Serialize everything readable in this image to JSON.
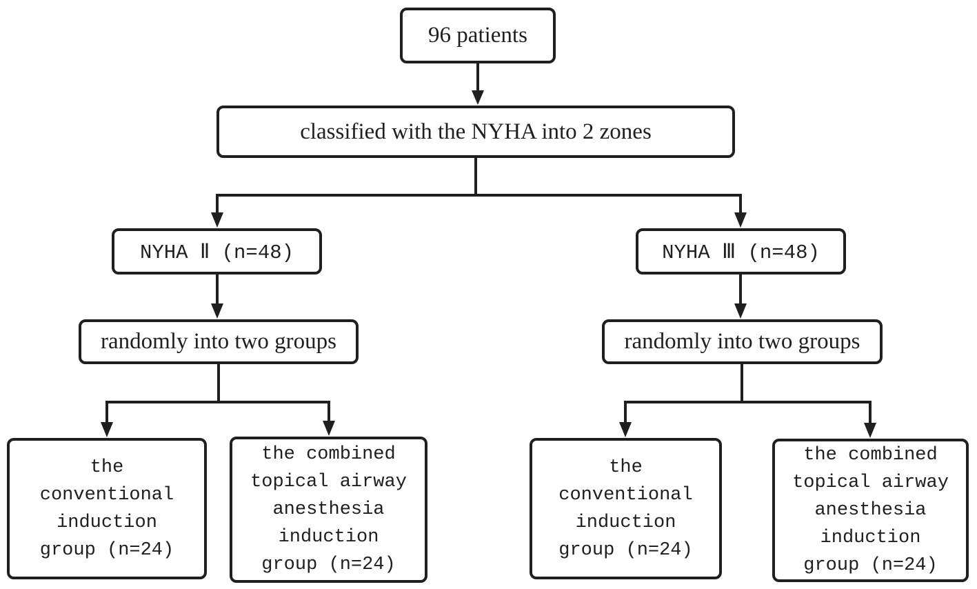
{
  "colors": {
    "ink": "#1f1f1f",
    "background": "#ffffff"
  },
  "flowchart": {
    "root": "96 patients",
    "classify": "classified with the NYHA into 2 zones",
    "branches": [
      {
        "zone": "NYHA Ⅱ (n=48)",
        "randomize": "randomly into two groups",
        "groups": [
          {
            "lines": [
              "the",
              "conventional",
              "induction",
              "group (n=24)"
            ]
          },
          {
            "lines": [
              "the combined",
              "topical airway",
              "anesthesia",
              "induction",
              "group (n=24)"
            ]
          }
        ]
      },
      {
        "zone": "NYHA Ⅲ (n=48)",
        "randomize": "randomly into two groups",
        "groups": [
          {
            "lines": [
              "the",
              "conventional",
              "induction",
              "group (n=24)"
            ]
          },
          {
            "lines": [
              "the combined",
              "topical airway",
              "anesthesia",
              "induction",
              "group (n=24)"
            ]
          }
        ]
      }
    ]
  }
}
